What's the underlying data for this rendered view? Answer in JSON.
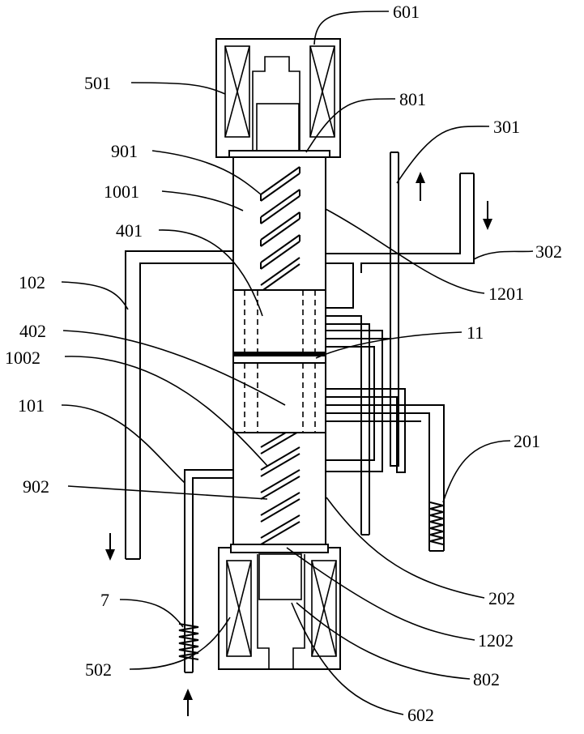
{
  "labels": {
    "l601": "601",
    "l501": "501",
    "l801": "801",
    "l301": "301",
    "l901": "901",
    "l1001": "1001",
    "l401": "401",
    "l302": "302",
    "l102": "102",
    "l1201": "1201",
    "l402": "402",
    "l11": "11",
    "l1002": "1002",
    "l101": "101",
    "l201": "201",
    "l902": "902",
    "l202": "202",
    "l7": "7",
    "l1202": "1202",
    "l502": "502",
    "l802": "802",
    "l602": "602"
  },
  "flow_arrows": [
    {
      "name": "pipe-301-arrow",
      "direction": "up"
    },
    {
      "name": "pipe-302-arrow",
      "direction": "down"
    },
    {
      "name": "pipe-102-arrow",
      "direction": "down"
    },
    {
      "name": "pipe-7-arrow",
      "direction": "up"
    }
  ]
}
